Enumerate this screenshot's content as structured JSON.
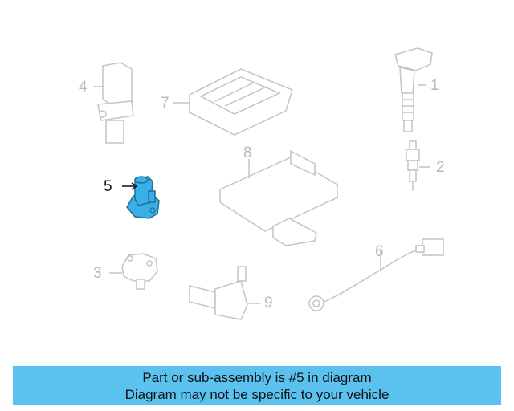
{
  "diagram": {
    "callouts": {
      "c1": "1",
      "c2": "2",
      "c3": "3",
      "c4": "4",
      "c5": "5",
      "c6": "6",
      "c7": "7",
      "c8": "8",
      "c9": "9"
    },
    "highlighted_part": "5",
    "colors": {
      "highlight": "#3aaee6",
      "highlight_dark": "#1f6f99",
      "ghost_line": "#c4c4c4",
      "label_ghost": "#b8b8b8",
      "label_active": "#111111",
      "banner_bg": "#5bc2f0"
    }
  },
  "banner": {
    "line1": "Part or sub-assembly is #5 in diagram",
    "line2": "Diagram may not be specific to your vehicle"
  }
}
